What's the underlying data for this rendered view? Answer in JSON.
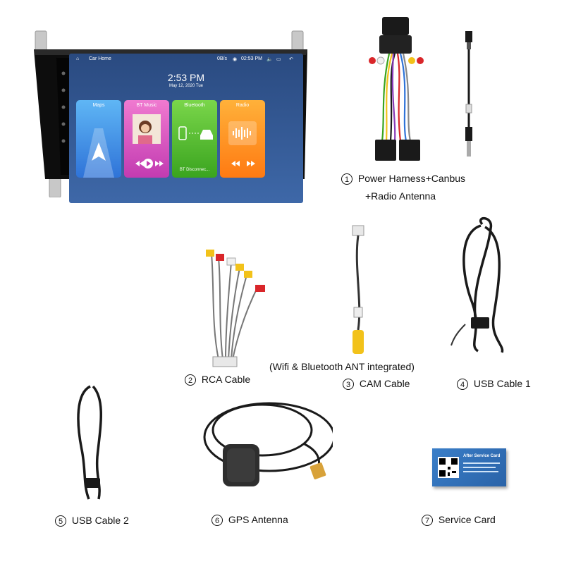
{
  "head_unit": {
    "status": {
      "home_label": "Car Home",
      "speed": "0B/s",
      "time": "02:53 PM"
    },
    "clock": "2:53 PM",
    "date": "May 12, 2020  Tue",
    "tiles": [
      {
        "title": "Maps",
        "subtitle": "",
        "color_top": "#5fb6f5",
        "color_bottom": "#2f73d8"
      },
      {
        "title": "BT Music",
        "subtitle": "",
        "color_top": "#f07ad0",
        "color_bottom": "#c23bb1"
      },
      {
        "title": "Bluetooth",
        "subtitle": "BT Disconnec...",
        "color_top": "#7ad64a",
        "color_bottom": "#3aa41f"
      },
      {
        "title": "Radio",
        "subtitle": "",
        "color_top": "#ffb13a",
        "color_bottom": "#ff7a12"
      }
    ]
  },
  "items": [
    {
      "number": "1",
      "label": "Power Harness+Canbus",
      "label2": "+Radio Antenna"
    },
    {
      "number": "2",
      "label": "RCA Cable"
    },
    {
      "number": "3",
      "label": "CAM Cable",
      "note": "(Wifi & Bluetooth ANT integrated)"
    },
    {
      "number": "4",
      "label": "USB Cable 1"
    },
    {
      "number": "5",
      "label": "USB Cable 2"
    },
    {
      "number": "6",
      "label": "GPS Antenna"
    },
    {
      "number": "7",
      "label": "Service Card"
    }
  ],
  "service_card": {
    "header": "After Service Card"
  },
  "colors": {
    "rca_red": "#d9262a",
    "rca_yellow": "#f2c21a",
    "rca_white": "#f0f0f0",
    "cable_black": "#1a1a1a"
  }
}
